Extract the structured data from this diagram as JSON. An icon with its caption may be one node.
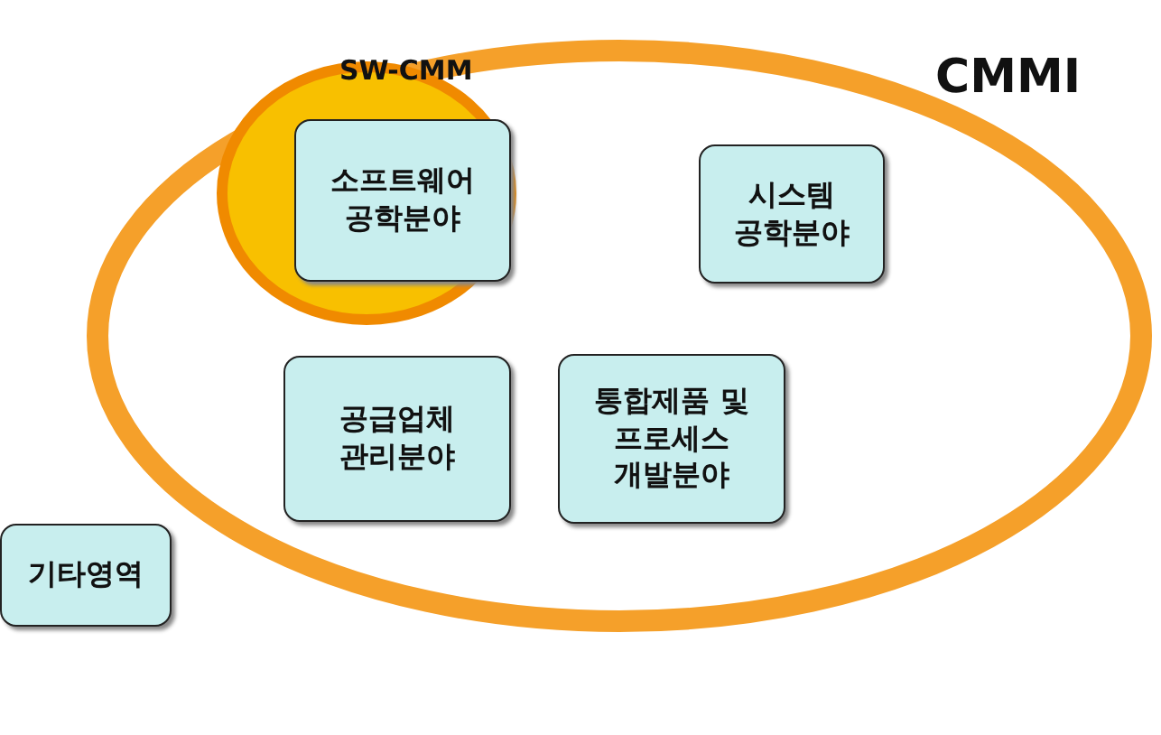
{
  "diagram": {
    "nodes": [
      {
        "text": [
          "CMMI"
        ]
      },
      {
        "text": [
          "SW-CMM"
        ],
        "in": 0
      },
      {
        "text": [
          "소프트웨어 공학분야"
        ],
        "in": 1
      },
      {
        "text": [
          "시스템 공학분야"
        ],
        "in": 0
      },
      {
        "text": [
          "공급업체 관리분야"
        ],
        "in": 0
      },
      {
        "text": [
          "통합제품 및 프로세스 개발분야"
        ],
        "in": 0
      },
      {
        "text": [
          "기타영역"
        ]
      }
    ]
  }
}
